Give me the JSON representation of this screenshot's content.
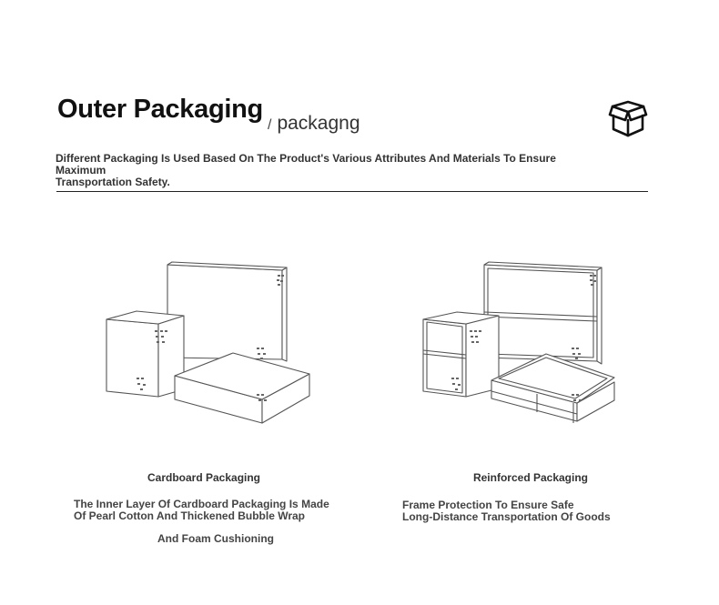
{
  "header": {
    "title": "Outer Packaging",
    "slash": "/",
    "subtitle": "packagng",
    "icon": "package-box-icon",
    "description_line1": "Different Packaging Is Used Based On The Product's Various Attributes And Materials To Ensure Maximum",
    "description_line2": "Transportation Safety."
  },
  "cards": [
    {
      "title": "Cardboard Packaging",
      "illustration": "cardboard-boxes-illustration",
      "desc_line1": "The Inner Layer Of Cardboard Packaging Is Made",
      "desc_line2": "Of Pearl Cotton And Thickened Bubble Wrap",
      "desc_line3": "And Foam Cushioning"
    },
    {
      "title": "Reinforced Packaging",
      "illustration": "reinforced-crates-illustration",
      "desc_line1": "Frame Protection To Ensure Safe",
      "desc_line2": "Long-Distance Transportation Of Goods"
    }
  ],
  "colors": {
    "text": "#222222",
    "line": "#333333",
    "background": "#ffffff"
  }
}
